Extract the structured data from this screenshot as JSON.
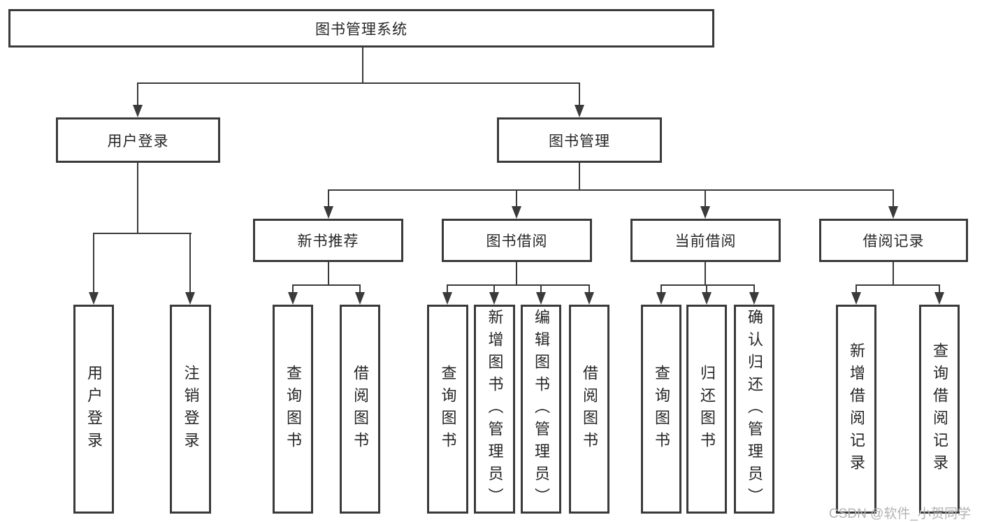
{
  "diagram_title": "图书管理系统",
  "tree": {
    "root": {
      "label": "图书管理系统",
      "children": [
        {
          "label": "用户登录",
          "children": [
            {
              "label": "用户登录"
            },
            {
              "label": "注销登录"
            }
          ]
        },
        {
          "label": "图书管理",
          "children": [
            {
              "label": "新书推荐",
              "children": [
                {
                  "label": "查询图书"
                },
                {
                  "label": "借阅图书"
                }
              ]
            },
            {
              "label": "图书借阅",
              "children": [
                {
                  "label": "查询图书"
                },
                {
                  "label": "新增图书（管理员）"
                },
                {
                  "label": "编辑图书（管理员）"
                },
                {
                  "label": "借阅图书"
                }
              ]
            },
            {
              "label": "当前借阅",
              "children": [
                {
                  "label": "查询图书"
                },
                {
                  "label": "归还图书"
                },
                {
                  "label": "确认归还（管理员）"
                }
              ]
            },
            {
              "label": "借阅记录",
              "children": [
                {
                  "label": "新增借阅记录"
                },
                {
                  "label": "查询借阅记录"
                }
              ]
            }
          ]
        }
      ]
    }
  },
  "watermark": "CSDN @软件_小贺同学",
  "colors": {
    "line_color": "#3a3a3a",
    "text_color": "#262626",
    "bg_color": "#ffffff",
    "watermark_color": "#b3b3b3"
  }
}
